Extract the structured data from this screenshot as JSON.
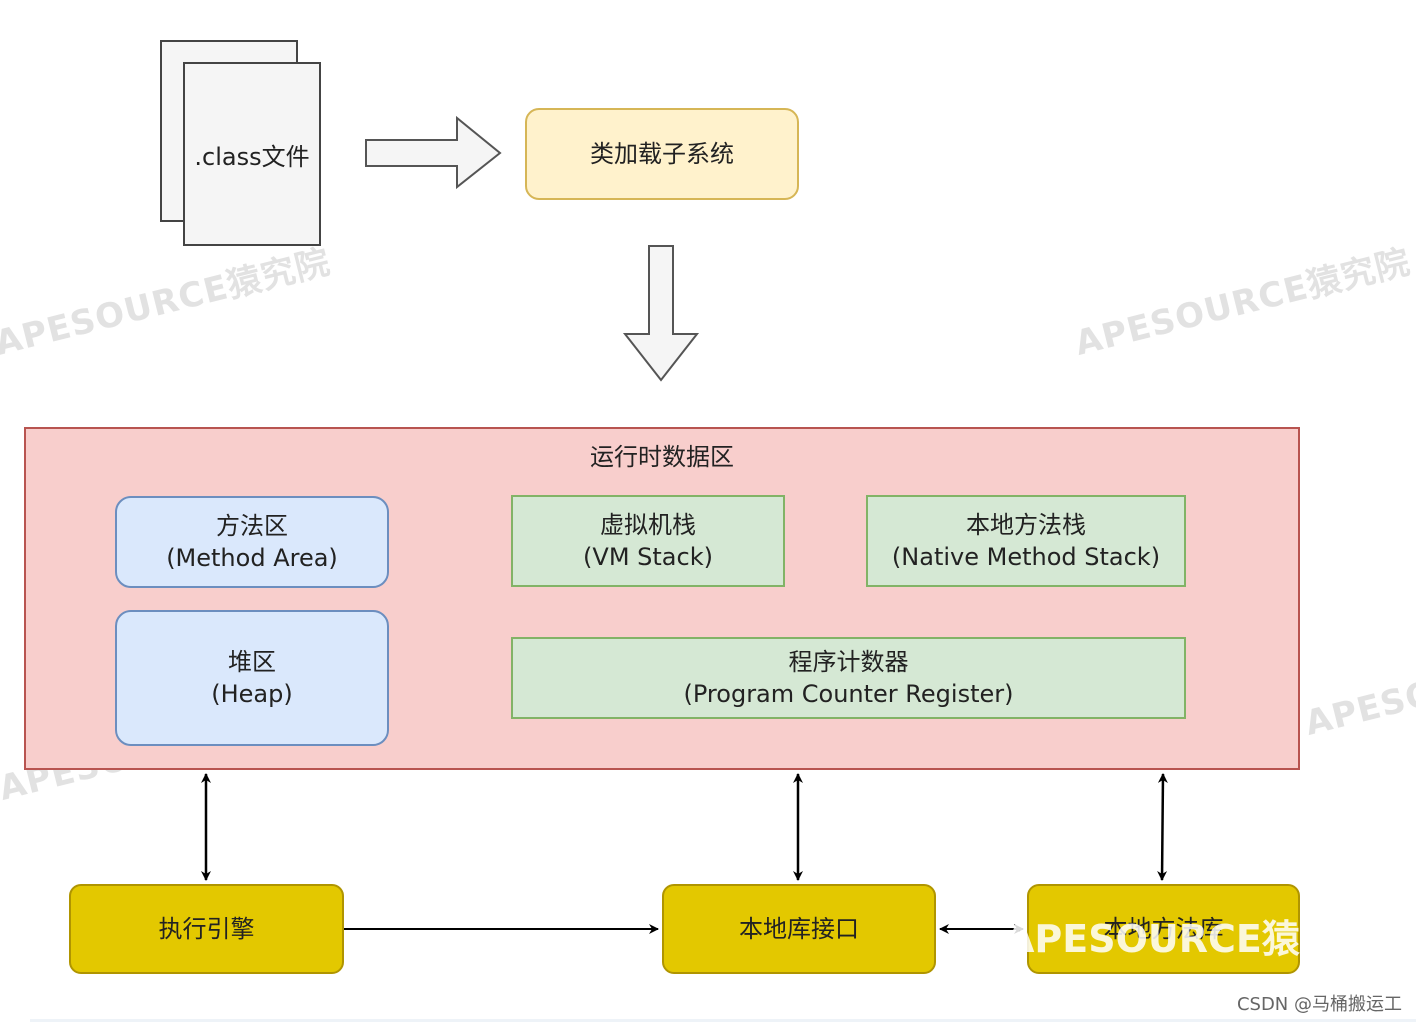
{
  "class_file": {
    "label": ".class文件"
  },
  "class_loader": {
    "label": "类加载子系统"
  },
  "runtime": {
    "title": "运行时数据区",
    "method_area": {
      "line1": "方法区",
      "line2": "(Method Area)"
    },
    "heap": {
      "line1": "堆区",
      "line2": "(Heap)"
    },
    "vm_stack": {
      "line1": "虚拟机栈",
      "line2": "(VM Stack)"
    },
    "native_method_stack": {
      "line1": "本地方法栈",
      "line2": "(Native Method Stack)"
    },
    "pc_register": {
      "line1": "程序计数器",
      "line2": "(Program Counter Register)"
    }
  },
  "execution_engine": {
    "label": "执行引擎"
  },
  "native_interface": {
    "label": "本地库接口"
  },
  "native_library": {
    "label": "本地方法库"
  },
  "watermark": {
    "text": "APESOURCE猿究院"
  },
  "footer": {
    "text": "CSDN @马桶搬运工"
  },
  "colors": {
    "loader_fill": "#fff2cc",
    "runtime_fill": "#f8cecc",
    "blue_fill": "#dae8fc",
    "green_fill": "#d5e8d4",
    "yellow_fill": "#e3c800"
  }
}
